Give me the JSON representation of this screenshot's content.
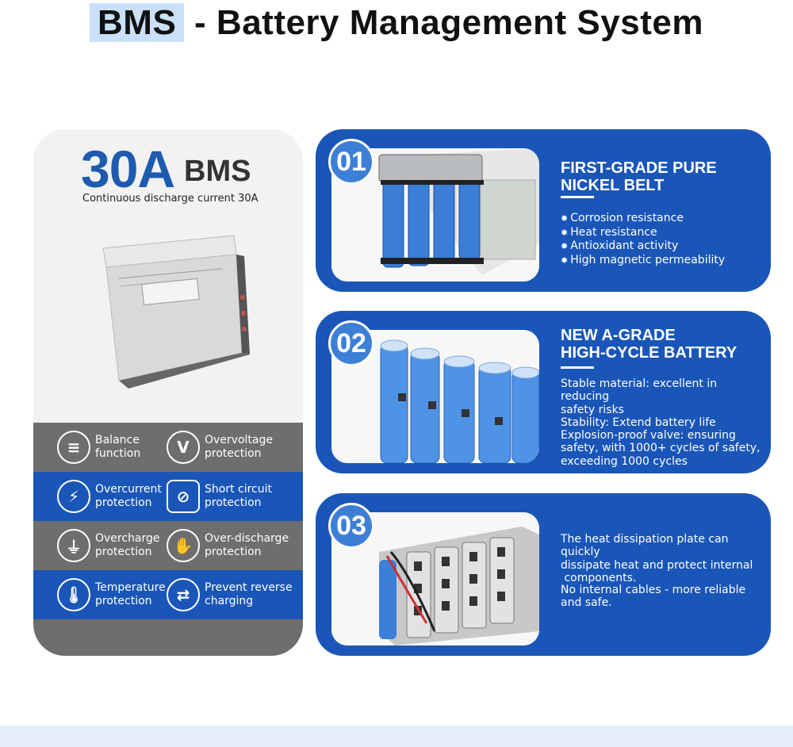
{
  "header": {
    "title_highlight": "BMS",
    "title_rest": " - Battery Management System"
  },
  "left_panel": {
    "rating_value": "30A",
    "rating_suffix": "BMS",
    "rating_note": "Continuous discharge current 30A",
    "features": [
      {
        "label": "Balance function",
        "icon": "balance-icon"
      },
      {
        "label": "Overvoltage protection",
        "icon": "overvoltage-icon"
      },
      {
        "label": "Overcurrent protection",
        "icon": "overcurrent-icon"
      },
      {
        "label": "Short circuit protection",
        "icon": "short-circuit-icon"
      },
      {
        "label": "Overcharge protection",
        "icon": "plug-icon"
      },
      {
        "label": "Over-discharge protection",
        "icon": "over-discharge-icon"
      },
      {
        "label": "Temperature protection",
        "icon": "thermometer-icon"
      },
      {
        "label": "Prevent reverse charging",
        "icon": "reverse-arrows-icon"
      }
    ]
  },
  "cards": [
    {
      "number": "01",
      "heading_line1": "FIRST-GRADE PURE",
      "heading_line2": "NICKEL BELT",
      "bullets": [
        "Corrosion resistance",
        "Heat resistance",
        "Antioxidant activity",
        "High magnetic permeability"
      ]
    },
    {
      "number": "02",
      "heading_line1": "NEW A-GRADE",
      "heading_line2": "HIGH-CYCLE BATTERY",
      "lines": [
        "Stable material: excellent in reducing",
        "safety risks",
        "Stability: Extend battery life",
        "Explosion-proof valve: ensuring",
        "safety, with 1000+ cycles of safety,",
        "exceeding 1000 cycles"
      ]
    },
    {
      "number": "03",
      "para1_lines": [
        "The heat dissipation plate can quickly",
        "dissipate heat and protect internal",
        " components."
      ],
      "para2_lines": [
        "No internal cables - more reliable",
        "and safe."
      ]
    }
  ],
  "colors": {
    "brand_blue": "#1a56b8",
    "number_badge": "#3d7fd6",
    "gray_row": "#6e6e6e",
    "title_highlight": "#c9e0f8"
  }
}
